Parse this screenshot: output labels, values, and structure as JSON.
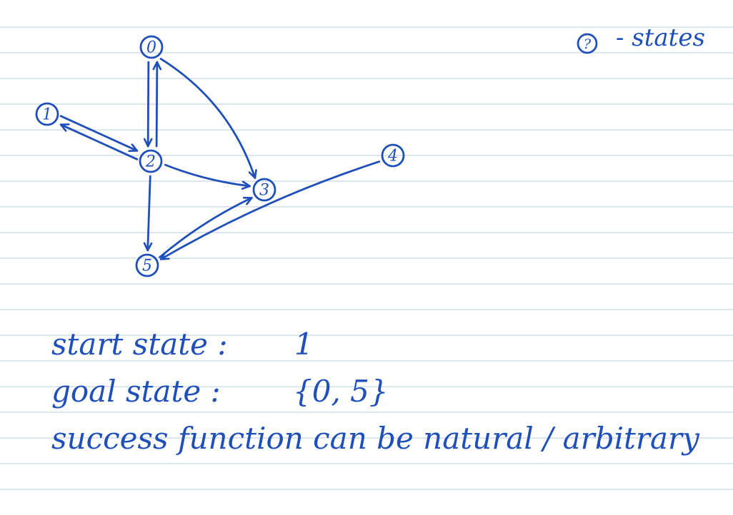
{
  "graph": {
    "nodes": [
      {
        "id": "0",
        "label": "0"
      },
      {
        "id": "1",
        "label": "1"
      },
      {
        "id": "2",
        "label": "2"
      },
      {
        "id": "3",
        "label": "3"
      },
      {
        "id": "4",
        "label": "4"
      },
      {
        "id": "5",
        "label": "5"
      }
    ],
    "edges": [
      {
        "from": "0",
        "to": "2"
      },
      {
        "from": "2",
        "to": "0"
      },
      {
        "from": "0",
        "to": "3"
      },
      {
        "from": "1",
        "to": "2"
      },
      {
        "from": "2",
        "to": "1"
      },
      {
        "from": "2",
        "to": "3"
      },
      {
        "from": "2",
        "to": "5"
      },
      {
        "from": "5",
        "to": "3"
      },
      {
        "from": "4",
        "to": "5"
      }
    ]
  },
  "legend": {
    "symbol": "?",
    "text": "- states"
  },
  "notes": {
    "start_label": "start state :",
    "start_value": "1",
    "goal_label": "goal state :",
    "goal_value": "{0, 5}",
    "success_line": "success function can be natural / arbitrary"
  },
  "colors": {
    "ink": "#1f4fb8",
    "rule": "#c9d3e6",
    "paper": "#ffffff"
  }
}
